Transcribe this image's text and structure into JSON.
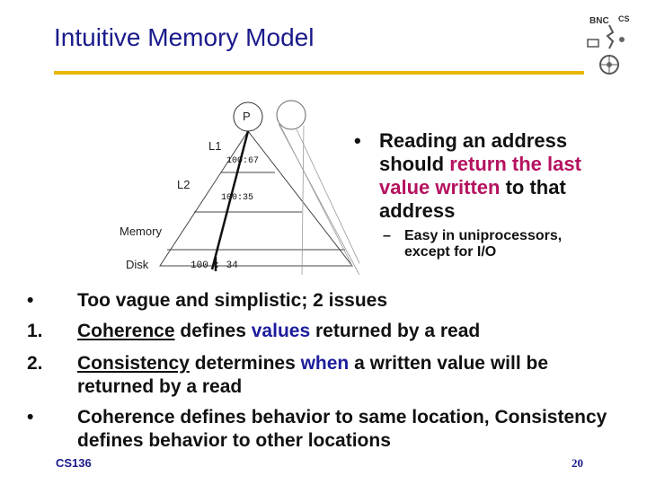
{
  "slide": {
    "title": "Intuitive Memory Model",
    "footer_course": "CS136",
    "page_number": "20"
  },
  "diagram": {
    "processor": "P",
    "levels": [
      "L1",
      "L2",
      "Memory",
      "Disk"
    ],
    "values": {
      "l1": "100:67",
      "l2": "100:35",
      "disk": "100 : 34"
    }
  },
  "right_bullets": {
    "marker": "•",
    "main_pre": "Reading an address should ",
    "main_highlight": "return the last value written",
    "main_post": " to that address",
    "sub_marker": "–",
    "sub_text": "Easy in uniprocessors, except for I/O"
  },
  "list": {
    "item1_marker": "•",
    "item1_text": "Too vague and simplistic; 2 issues",
    "item2_marker": "1.",
    "item2_term": "Coherence",
    "item2_mid": " defines ",
    "item2_highlight": "values",
    "item2_post": " returned by a read",
    "item3_marker": "2.",
    "item3_term": "Consistency",
    "item3_mid": " determines ",
    "item3_highlight": "when",
    "item3_post": " a written value will be returned by a read",
    "item4_marker": "•",
    "item4_text": "Coherence defines behavior to same location, Consistency defines behavior to other locations"
  },
  "colors": {
    "title": "#1a1a8c",
    "rule": "#e8b800",
    "highlight_red": "#b5125f",
    "highlight_blue": "#1c1c9c"
  }
}
